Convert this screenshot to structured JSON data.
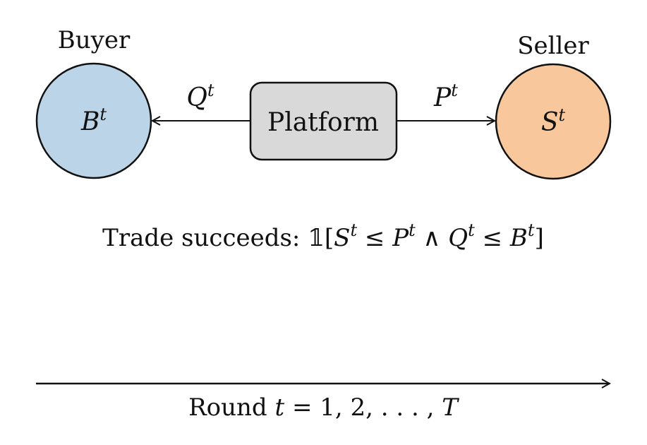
{
  "colors": {
    "buyer_fill": "#bcd4e8",
    "seller_fill": "#f8c89c",
    "platform_fill": "#d9d9d9",
    "stroke": "#111111"
  },
  "buyer": {
    "title": "Buyer",
    "symbol": "B",
    "superscript": "t"
  },
  "seller": {
    "title": "Seller",
    "symbol": "S",
    "superscript": "t"
  },
  "platform": {
    "label": "Platform"
  },
  "edges": {
    "to_buyer": {
      "symbol": "Q",
      "superscript": "t",
      "direction": "platform-to-buyer"
    },
    "to_seller": {
      "symbol": "P",
      "superscript": "t",
      "direction": "platform-to-seller"
    }
  },
  "condition": {
    "prefix": "Trade succeeds: ",
    "indicator": "𝟙",
    "open_bracket": "[",
    "terms": [
      {
        "symbol": "S",
        "sup": "t"
      },
      {
        "op": " ≤ "
      },
      {
        "symbol": "P",
        "sup": "t"
      },
      {
        "op": " ∧ "
      },
      {
        "symbol": "Q",
        "sup": "t"
      },
      {
        "op": " ≤ "
      },
      {
        "symbol": "B",
        "sup": "t"
      }
    ],
    "close_bracket": "]"
  },
  "timeline": {
    "prefix": "Round ",
    "var": "t",
    "rest": " = 1, 2, . . . , ",
    "end_var": "T"
  }
}
